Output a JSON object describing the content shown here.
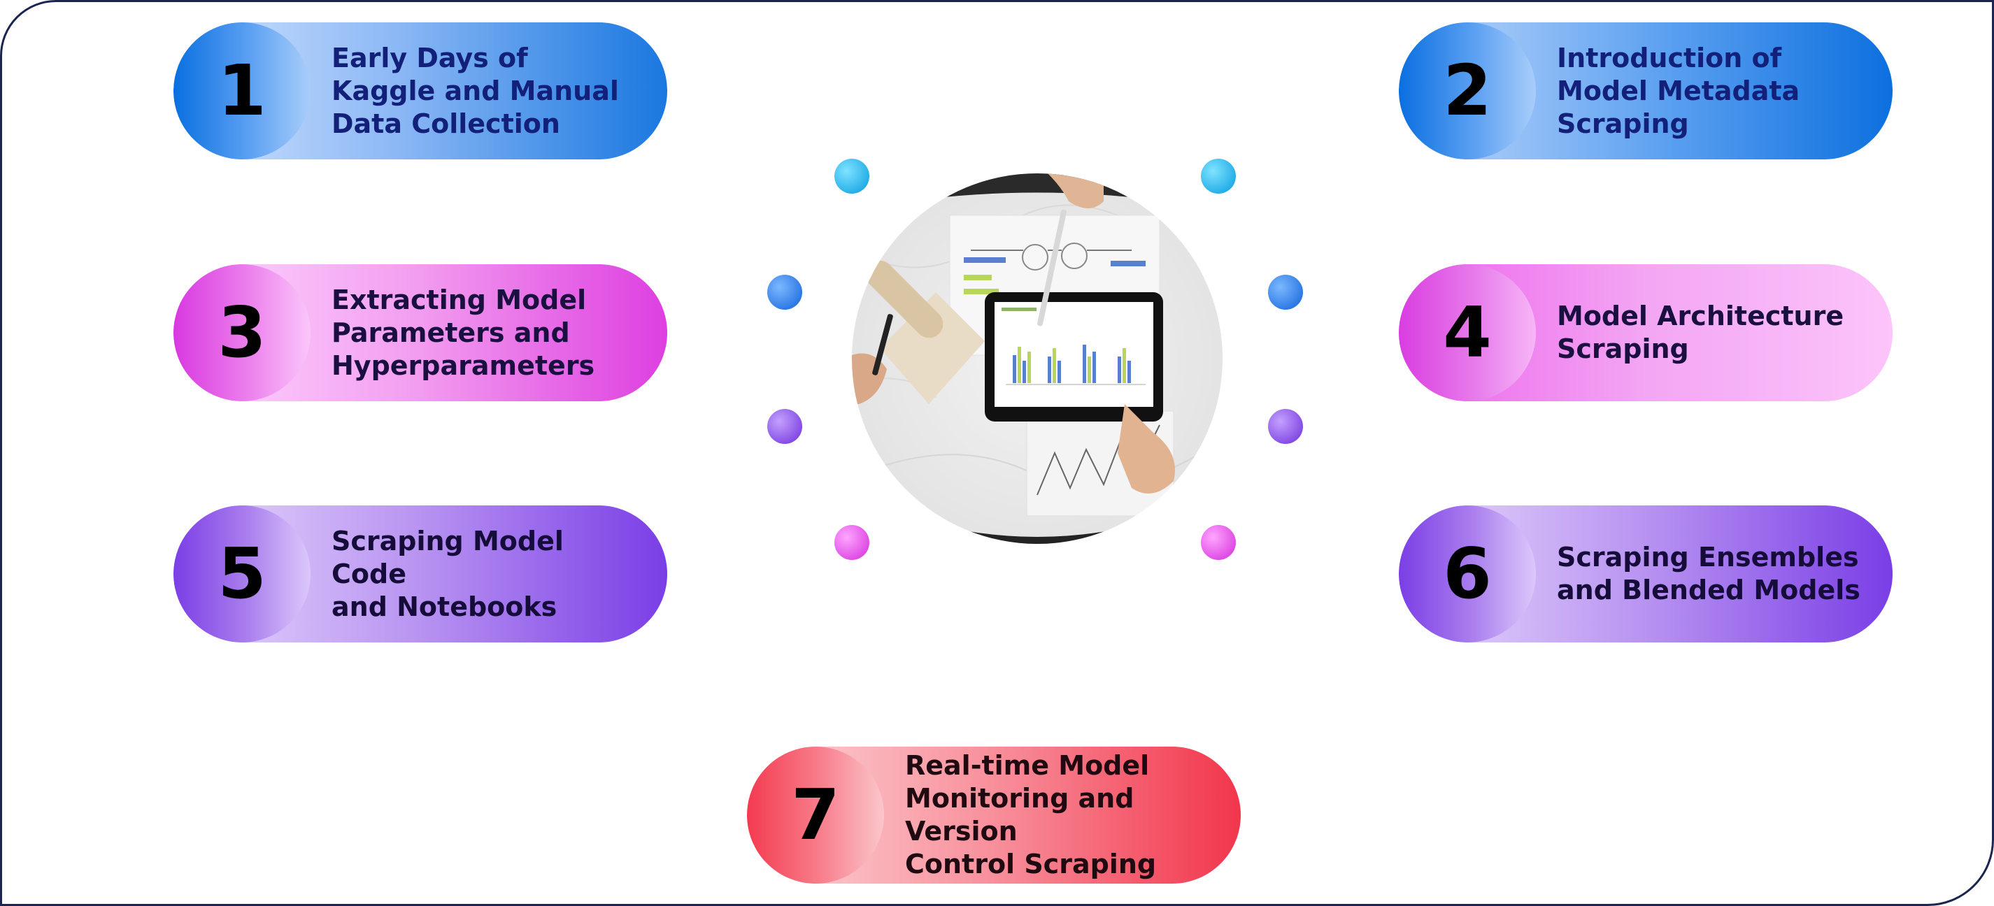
{
  "steps": [
    {
      "number": "1",
      "label": "Early Days of\nKaggle and Manual\nData Collection"
    },
    {
      "number": "2",
      "label": "Introduction of\nModel Metadata\nScraping"
    },
    {
      "number": "3",
      "label": "Extracting Model\nParameters and\nHyperparameters"
    },
    {
      "number": "4",
      "label": "Model Architecture\nScraping"
    },
    {
      "number": "5",
      "label": "Scraping Model Code\nand Notebooks"
    },
    {
      "number": "6",
      "label": "Scraping Ensembles\nand Blended Models"
    },
    {
      "number": "7",
      "label": "Real-time Model\nMonitoring and Version\nControl Scraping"
    }
  ],
  "colors": {
    "blue": "#1a78e0",
    "pink": "#dd3fe0",
    "purple": "#7a3ee6",
    "red": "#f2364c",
    "frame": "#1c2550"
  },
  "center_image": {
    "icon": "tablet-bar-chart-photo"
  }
}
